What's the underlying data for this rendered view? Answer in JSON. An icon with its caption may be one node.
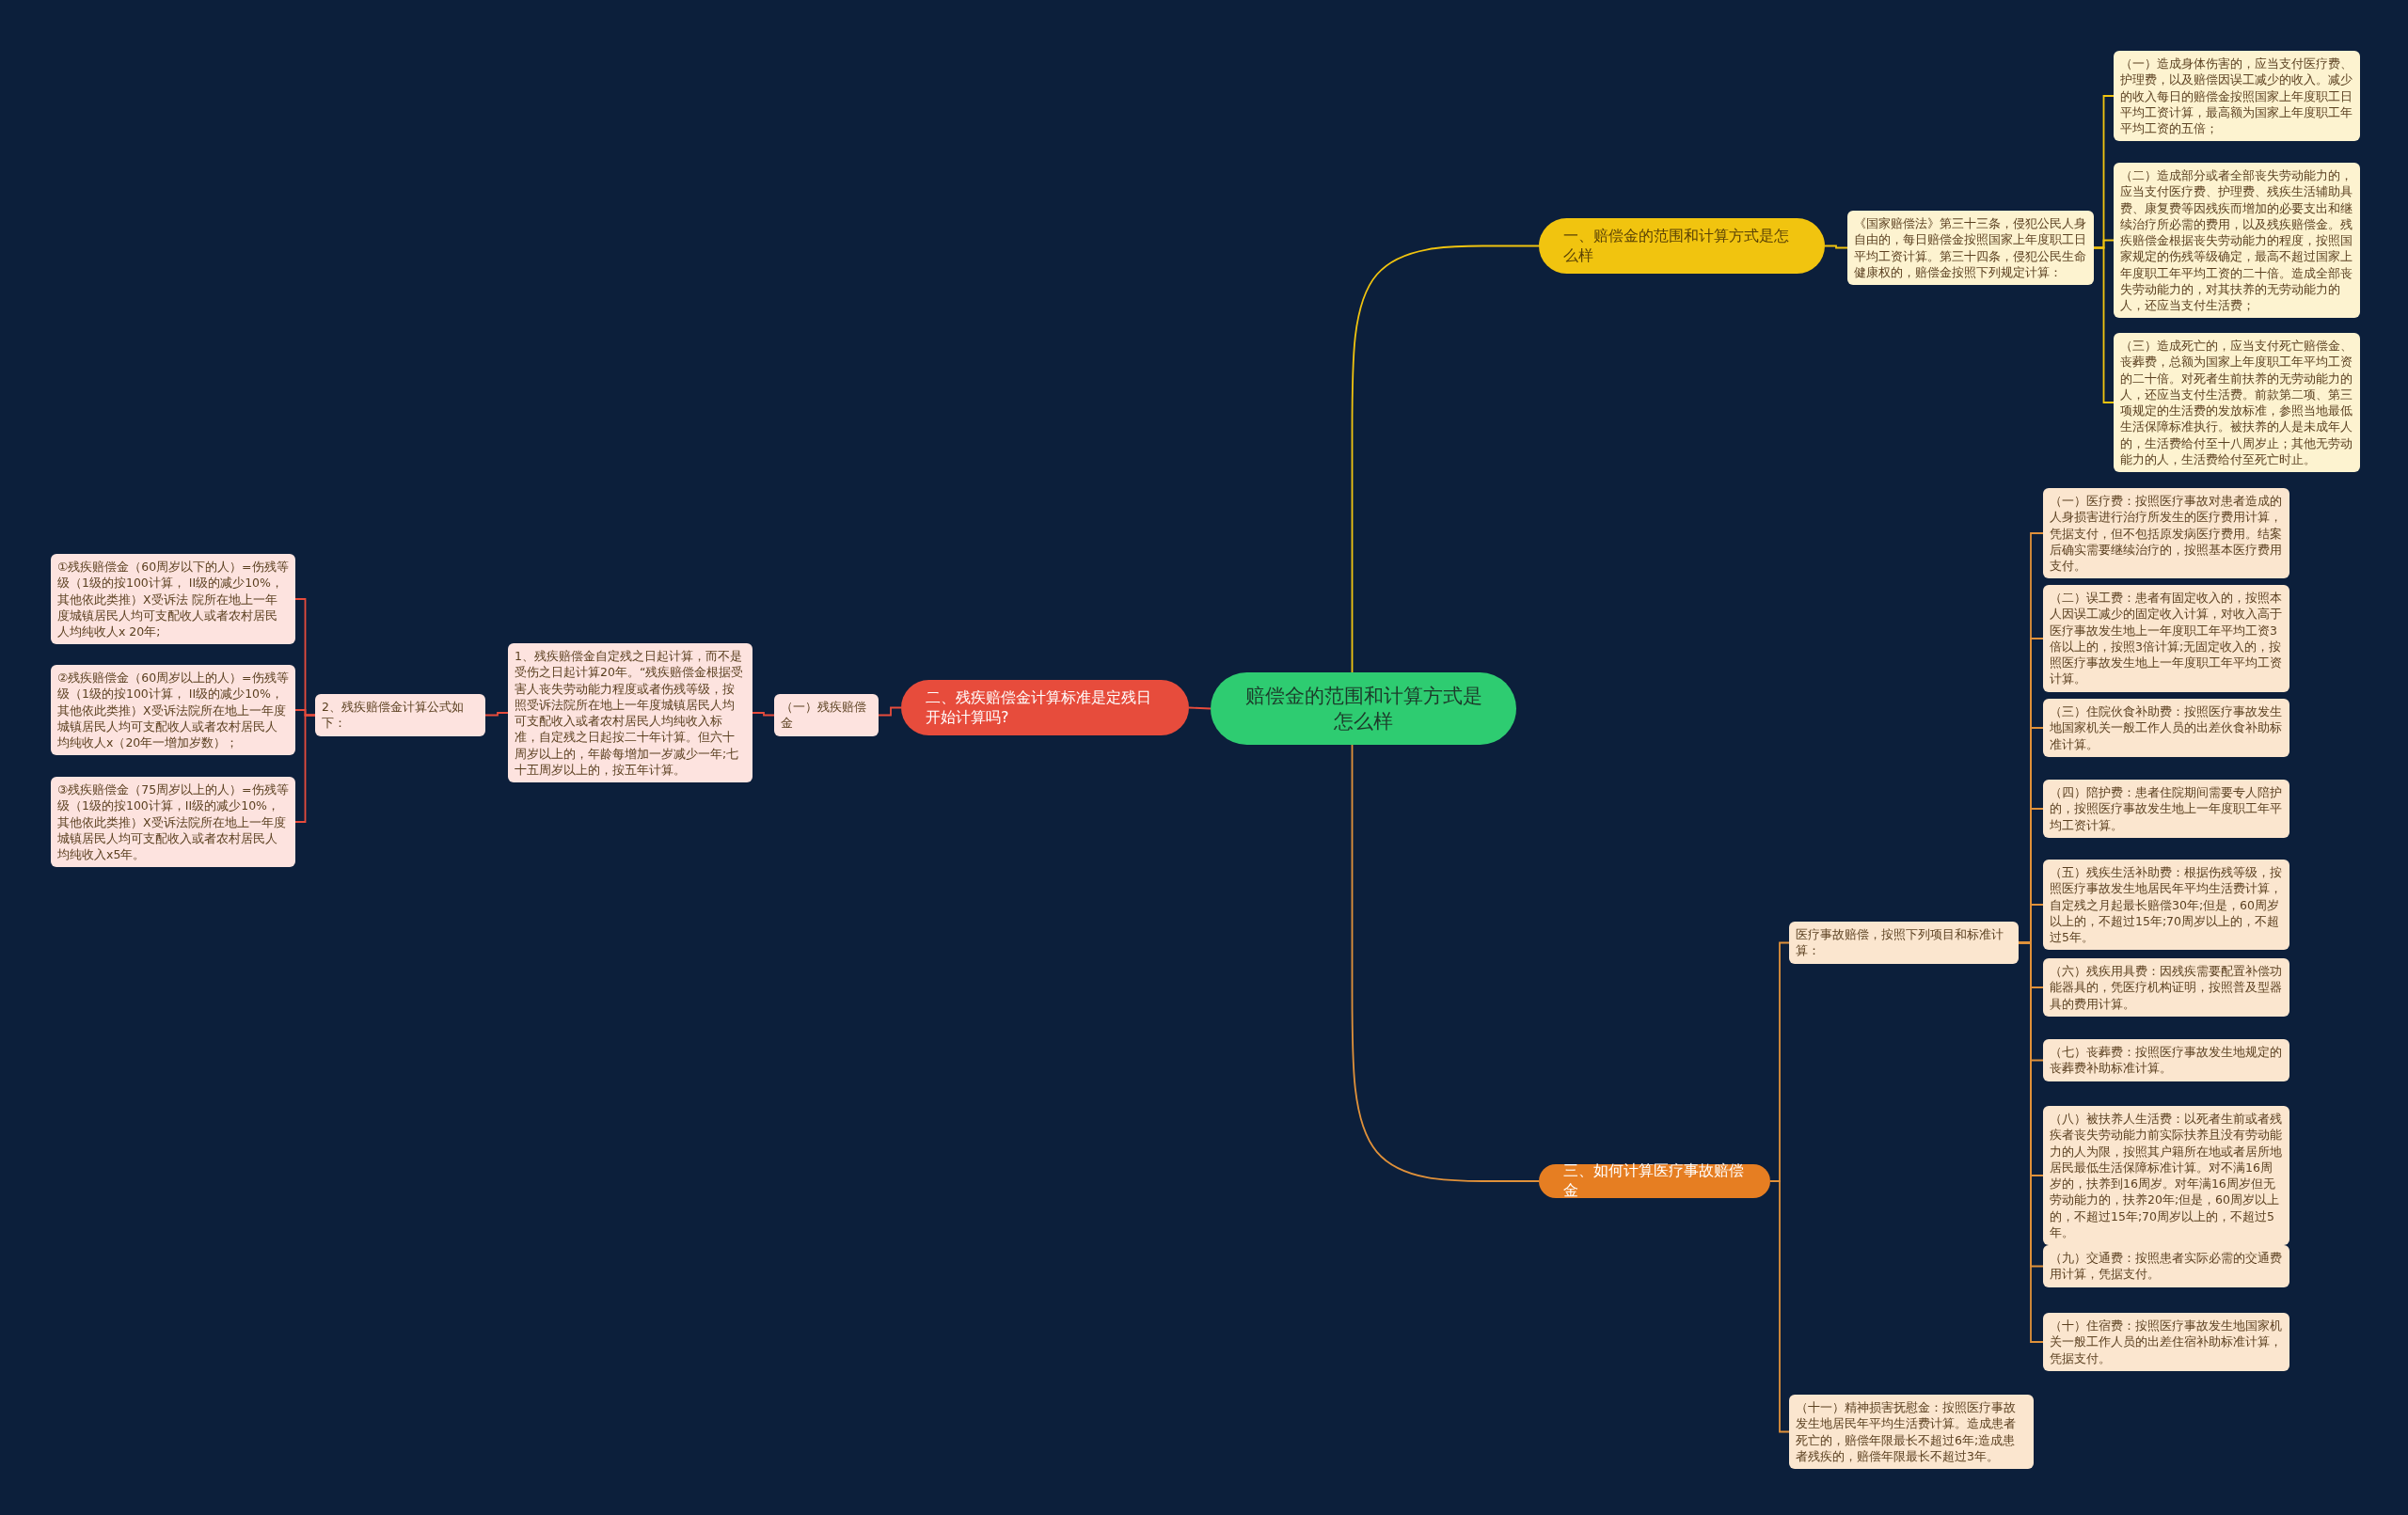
{
  "diagram": {
    "nodes": [
      {
        "text": [
          "赔偿金的范围和计算方式是怎么样"
        ]
      },
      {
        "text": [
          "一、赔偿金的范围和计算方式是怎么样"
        ]
      },
      {
        "text": [
          "《国家赔偿法》第三十三条，侵犯公民人身自由的，每日赔偿金按照国家上年度职工日平均工资计算。第三十四条，侵犯公民生命健康权的，赔偿金按照下列规定计算："
        ]
      },
      {
        "text": [
          "（一）造成身体伤害的，应当支付医疗费、护理费，以及赔偿因误工减少的收入。减少的收入每日的赔偿金按照国家上年度职工日平均工资计算，最高额为国家上年度职工年平均工资的五倍；"
        ]
      },
      {
        "text": [
          "（二）造成部分或者全部丧失劳动能力的，应当支付医疗费、护理费、残疾生活辅助具费、康复费等因残疾而增加的必要支出和继续治疗所必需的费用，以及残疾赔偿金。残疾赔偿金根据丧失劳动能力的程度，按照国家规定的伤残等级确定，最高不超过国家上年度职工年平均工资的二十倍。造成全部丧失劳动能力的，对其扶养的无劳动能力的人，还应当支付生活费；"
        ]
      },
      {
        "text": [
          "（三）造成死亡的，应当支付死亡赔偿金、丧葬费，总额为国家上年度职工年平均工资的二十倍。对死者生前扶养的无劳动能力的人，还应当支付生活费。前款第二项、第三项规定的生活费的发放标准，参照当地最低生活保障标准执行。被扶养的人是未成年人的，生活费给付至十八周岁止；其他无劳动能力的人，生活费给付至死亡时止。"
        ]
      },
      {
        "text": [
          "二、残疾赔偿金计算标准是定残日开始计算吗?"
        ]
      },
      {
        "text": [
          "（一）残疾赔偿金"
        ]
      },
      {
        "text": [
          "1、残疾赔偿金自定残之日起计算，而不是受伤之日起计算20年。“残疾赔偿金根据受害人丧失劳动能力程度或者伤残等级，按照受诉法院所在地上一年度城镇居民人均可支配收入或者农村居民人均纯收入标准，自定残之日起按二十年计算。但六十周岁以上的，年龄每增加一岁减少一年;七十五周岁以上的，按五年计算。"
        ]
      },
      {
        "text": [
          "2、残疾赔偿金计算公式如下："
        ]
      },
      {
        "text": [
          "①残疾赔偿金（60周岁以下的人）=伤残等级（1级的按100计算， II级的减少10%，其他依此类推）X受诉法 院所在地上一年度城镇居民人均可支配收人或者农村居民人均纯收人x 20年;"
        ]
      },
      {
        "text": [
          "②残疾赔偿金（60周岁以上的人）=伤残等级（1级的按100计算， II级的减少10%，其他依此类推）X受诉法院所在地上一年度城镇居民人均可支配收人或者农村居民人均纯收人x（20年一增加岁数）；"
        ]
      },
      {
        "text": [
          "③残疾赔偿金（75周岁以上的人）=伤残等级（1级的按100计算，II级的减少10%，其他依此类推）X受诉法院所在地上一年度城镇居民人均可支配收入或者农村居民人均纯收入x5年。"
        ]
      },
      {
        "text": [
          "三、如何计算医疗事故赔偿金"
        ]
      },
      {
        "text": [
          "医疗事故赔偿，按照下列项目和标准计算："
        ]
      },
      {
        "text": [
          "（一）医疗费：按照医疗事故对患者造成的人身损害进行治疗所发生的医疗费用计算，凭据支付，但不包括原发病医疗费用。结案后确实需要继续治疗的，按照基本医疗费用支付。"
        ]
      },
      {
        "text": [
          "（二）误工费：患者有固定收入的，按照本人因误工减少的固定收入计算，对收入高于医疗事故发生地上一年度职工年平均工资3倍以上的，按照3倍计算;无固定收入的，按照医疗事故发生地上一年度职工年平均工资计算。"
        ]
      },
      {
        "text": [
          "（三）住院伙食补助费：按照医疗事故发生地国家机关一般工作人员的出差伙食补助标准计算。"
        ]
      },
      {
        "text": [
          "（四）陪护费：患者住院期间需要专人陪护的，按照医疗事故发生地上一年度职工年平均工资计算。"
        ]
      },
      {
        "text": [
          "（五）残疾生活补助费：根据伤残等级，按照医疗事故发生地居民年平均生活费计算，自定残之月起最长赔偿30年;但是，60周岁以上的，不超过15年;70周岁以上的，不超过5年。"
        ]
      },
      {
        "text": [
          "（六）残疾用具费：因残疾需要配置补偿功能器具的，凭医疗机构证明，按照普及型器具的费用计算。"
        ]
      },
      {
        "text": [
          "（七）丧葬费：按照医疗事故发生地规定的丧葬费补助标准计算。"
        ]
      },
      {
        "text": [
          "（八）被扶养人生活费：以死者生前或者残疾者丧失劳动能力前实际扶养且没有劳动能力的人为限，按照其户籍所在地或者居所地居民最低生活保障标准计算。对不满16周岁的，扶养到16周岁。对年满16周岁但无劳动能力的，扶养20年;但是，60周岁以上的，不超过15年;70周岁以上的，不超过5年。"
        ]
      },
      {
        "text": [
          "（九）交通费：按照患者实际必需的交通费用计算，凭据支付。"
        ]
      },
      {
        "text": [
          "（十）住宿费：按照医疗事故发生地国家机关一般工作人员的出差住宿补助标准计算，凭据支付。"
        ]
      },
      {
        "text": [
          "（十一）精神损害抚慰金：按照医疗事故发生地居民年平均生活费计算。造成患者死亡的，赔偿年限最长不超过6年;造成患者残疾的，赔偿年限最长不超过3年。"
        ]
      }
    ],
    "edges": [
      {
        "from": 0,
        "to": 1,
        "arrow": "none",
        "color": "#f1c40f"
      },
      {
        "from": 1,
        "to": 2,
        "arrow": "none",
        "color": "#f1c40f"
      },
      {
        "from": 2,
        "to": 3,
        "arrow": "none",
        "color": "#f1c40f"
      },
      {
        "from": 2,
        "to": 4,
        "arrow": "none",
        "color": "#f1c40f"
      },
      {
        "from": 2,
        "to": 5,
        "arrow": "none",
        "color": "#f1c40f"
      },
      {
        "from": 0,
        "to": 6,
        "arrow": "none",
        "color": "#e74c3c"
      },
      {
        "from": 6,
        "to": 7,
        "arrow": "none",
        "color": "#e74c3c"
      },
      {
        "from": 7,
        "to": 8,
        "arrow": "none",
        "color": "#e74c3c"
      },
      {
        "from": 8,
        "to": 9,
        "arrow": "none",
        "color": "#e74c3c"
      },
      {
        "from": 9,
        "to": 10,
        "arrow": "none",
        "color": "#e74c3c"
      },
      {
        "from": 9,
        "to": 11,
        "arrow": "none",
        "color": "#e74c3c"
      },
      {
        "from": 9,
        "to": 12,
        "arrow": "none",
        "color": "#e74c3c"
      },
      {
        "from": 0,
        "to": 13,
        "arrow": "none"
      },
      {
        "from": 13,
        "to": 14,
        "arrow": "none"
      },
      {
        "from": 14,
        "to": 15,
        "arrow": "none"
      },
      {
        "from": 14,
        "to": 16,
        "arrow": "none"
      },
      {
        "from": 14,
        "to": 17,
        "arrow": "none"
      },
      {
        "from": 14,
        "to": 18,
        "arrow": "none"
      },
      {
        "from": 14,
        "to": 19,
        "arrow": "none"
      },
      {
        "from": 14,
        "to": 20,
        "arrow": "none"
      },
      {
        "from": 14,
        "to": 21,
        "arrow": "none"
      },
      {
        "from": 14,
        "to": 22,
        "arrow": "none"
      },
      {
        "from": 14,
        "to": 23,
        "arrow": "none"
      },
      {
        "from": 14,
        "to": 24,
        "arrow": "none"
      },
      {
        "from": 13,
        "to": 25,
        "arrow": "none"
      }
    ]
  }
}
